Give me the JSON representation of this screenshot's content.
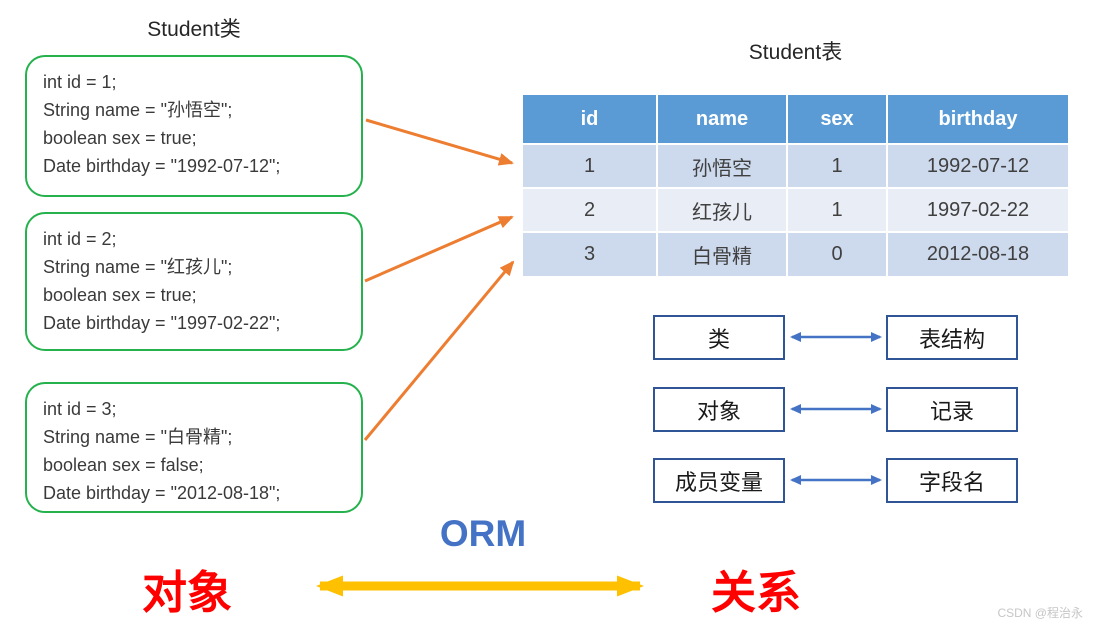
{
  "class_section": {
    "title": "Student类",
    "objects": [
      {
        "lines": [
          "int id = 1;",
          "String name = \"孙悟空\";",
          "boolean sex = true;",
          "Date birthday = \"1992-07-12\";"
        ]
      },
      {
        "lines": [
          "int id = 2;",
          "String name = \"红孩儿\";",
          "boolean sex = true;",
          "Date birthday = \"1997-02-22\";"
        ]
      },
      {
        "lines": [
          "int id = 3;",
          "String name = \"白骨精\";",
          "boolean sex = false;",
          "Date birthday = \"2012-08-18\";"
        ]
      }
    ]
  },
  "table_section": {
    "title": "Student表",
    "columns": [
      "id",
      "name",
      "sex",
      "birthday"
    ],
    "rows": [
      [
        "1",
        "孙悟空",
        "1",
        "1992-07-12"
      ],
      [
        "2",
        "红孩儿",
        "1",
        "1997-02-22"
      ],
      [
        "3",
        "白骨精",
        "0",
        "2012-08-18"
      ]
    ]
  },
  "mappings": [
    {
      "left": "类",
      "right": "表结构"
    },
    {
      "left": "对象",
      "right": "记录"
    },
    {
      "left": "成员变量",
      "right": "字段名"
    }
  ],
  "orm": {
    "label": "ORM",
    "left": "对象",
    "right": "关系"
  },
  "watermark": "CSDN @程治永",
  "colors": {
    "table_header": "#5B9BD5",
    "table_row_banded": "#CDD9EC",
    "table_row_light": "#E9EDF5",
    "code_box_border": "#25B14C",
    "object_arrow": "#ED7D31",
    "map_box_border": "#2F5597",
    "map_arrow": "#4472C4",
    "orm_text": "#4472C4",
    "orm_arrow": "#FFC000",
    "emphasis_text": "#FE0000"
  }
}
